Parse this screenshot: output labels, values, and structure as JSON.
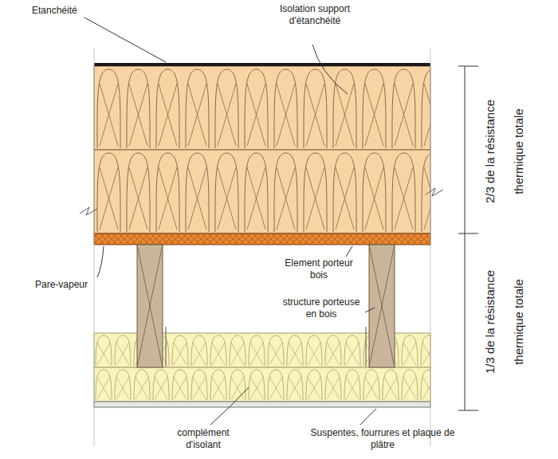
{
  "diagram": {
    "labels": [
      "Etanchéité",
      "Isolation support d'étanchéité",
      "2/3 de la résistance thermique totale",
      "Pare-vapeur",
      "Element porteur bois",
      "structure porteuse en bois",
      "1/3 de la résistance thermique totale",
      "complément d'isolant",
      "Suspentes, fourrures et plaque de plâtre"
    ]
  }
}
